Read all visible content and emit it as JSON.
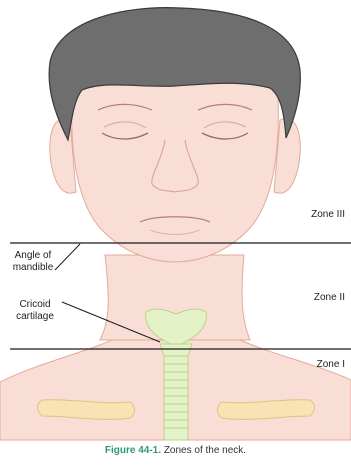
{
  "labels": {
    "zone_3": "Zone III",
    "zone_2": "Zone II",
    "zone_1": "Zone I",
    "angle_line1": "Angle of",
    "angle_line2": "mandible",
    "cricoid_line1": "Cricoid",
    "cricoid_line2": "cartilage"
  },
  "caption": {
    "figure_number": "Figure 44-1.",
    "text": "Zones of the neck."
  },
  "colors": {
    "skin": "#f9ded6",
    "skin_outline": "#e3a99a",
    "hair": "#6e6e6e",
    "hair_outline": "#3a3a3a",
    "cartilage": "#e4f2c8",
    "cartilage_outline": "#b9d28e",
    "bone": "#f7e3b4",
    "bone_outline": "#e0c27e",
    "lines": "#1a1a1a",
    "caption_accent": "#2e9a7a"
  }
}
